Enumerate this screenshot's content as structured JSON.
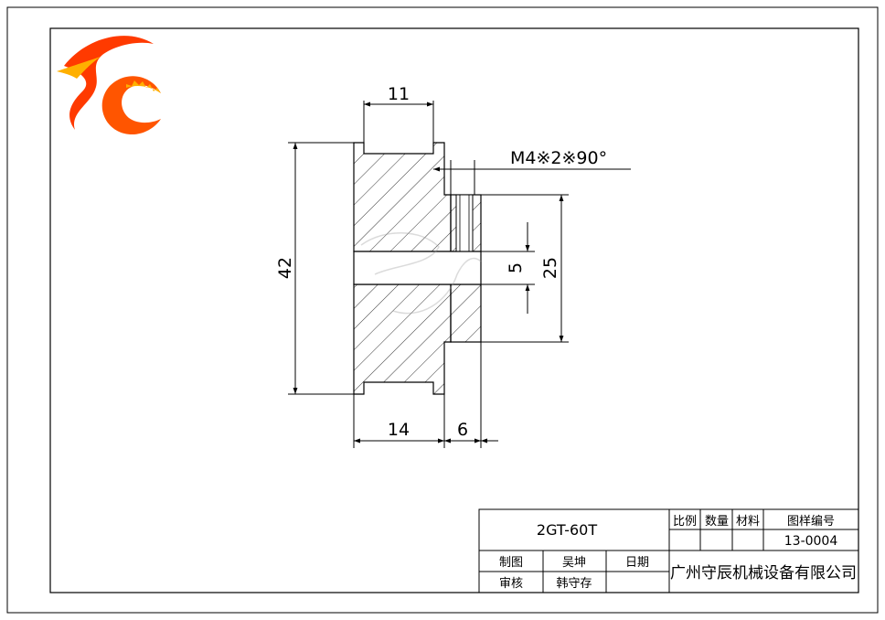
{
  "logo": {
    "letters": "SC",
    "colors": {
      "primary": "#ff2a00",
      "accent": "#ffb000"
    }
  },
  "drawing": {
    "dimensions": {
      "flange_width": "11",
      "thread": "M4※2※90°",
      "outer_diameter": "42",
      "hub_diameter": "25",
      "bore": "5",
      "body_width": "14",
      "hub_width": "6"
    }
  },
  "title_block": {
    "part_name": "2GT-60T",
    "headers": {
      "scale": "比例",
      "quantity": "数量",
      "material": "材料",
      "drawing_number": "图样编号"
    },
    "drawing_number_value": "13-0004",
    "rows": {
      "drafter_label": "制图",
      "drafter_name": "吴坤",
      "date_label": "日期",
      "reviewer_label": "审核",
      "reviewer_name": "韩守存"
    },
    "company": "广州守辰机械设备有限公司"
  }
}
